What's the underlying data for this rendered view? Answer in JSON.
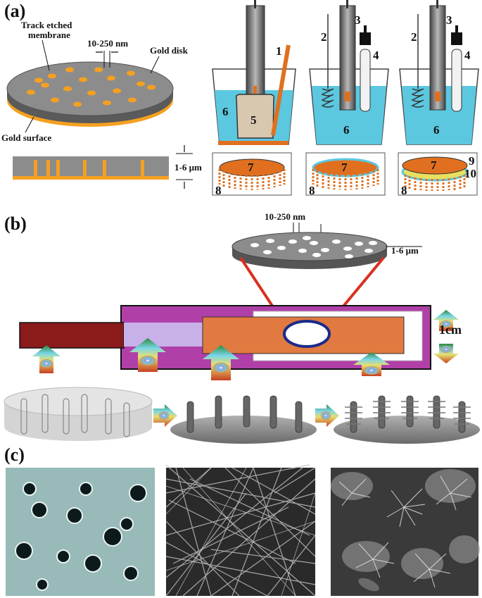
{
  "panels": {
    "a": "(a)",
    "b": "(b)",
    "c": "(c)"
  },
  "panel_a": {
    "membrane_label_line1": "Track etched",
    "membrane_label_line2": "membrane",
    "pore_label": "10-250 nm",
    "gold_disk_label": "Gold disk",
    "gold_surface_label": "Gold surface",
    "thickness_label": "1-6 μm",
    "cell_numbers": {
      "n1": "1",
      "n2a": "2",
      "n2b": "2",
      "n3a": "3",
      "n3b": "3",
      "n4a": "4",
      "n4b": "4",
      "n5": "5",
      "n6a": "6",
      "n6b": "6",
      "n6c": "6",
      "n7a": "7",
      "n7b": "7",
      "n7c": "7",
      "n8a": "8",
      "n8b": "8",
      "n8c": "8",
      "n9": "9",
      "n10": "10"
    }
  },
  "panel_b": {
    "pore_label": "10-250 nm",
    "thickness_label": "1-6 μm",
    "cell_label": "1cm"
  },
  "colors": {
    "gold": "#f5a020",
    "membrane": "#8c8c8c",
    "solution": "#5bc8e0",
    "magenta": "#b040a8",
    "dark_red": "#8b1a1a",
    "orange_block": "#e07a40",
    "red_line": "#d93020"
  }
}
